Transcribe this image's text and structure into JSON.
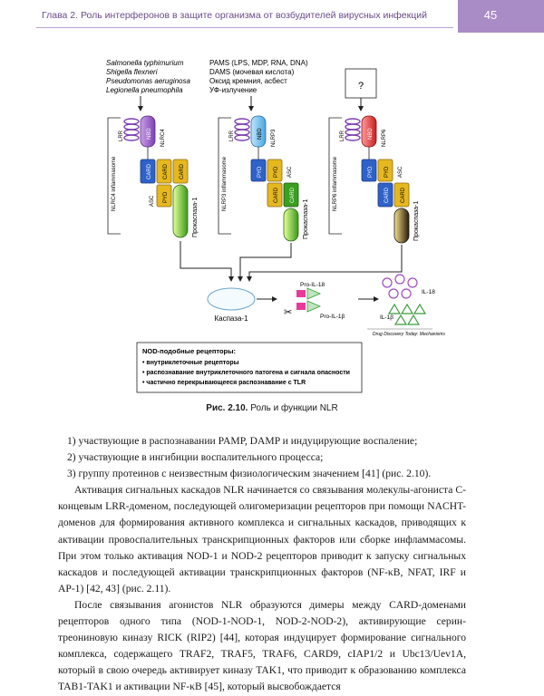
{
  "header": {
    "title": "Глава 2. Роль интерферонов в защите организма от возбудителей вирусных инфекций",
    "page_number": "45"
  },
  "figure": {
    "left_inputs": [
      "Salmonella typhimurium",
      "Shigella flexneri",
      "Pseudomonas aeruginosa",
      "Legionella pneumophila"
    ],
    "middle_inputs": [
      "PAMS (LPS, MDP, RNA, DNA)",
      "DAMS (мочевая кислота)",
      "Оксид кремния, асбест",
      "УФ-излучение"
    ],
    "unknown_input": "?",
    "inflammasomes": [
      {
        "side_label": "NLRC4 inflammasome",
        "receptor": "NLRC4",
        "lrr": "LRR",
        "nbd": "NBD",
        "domains": [
          "CARD",
          "CARD",
          "CARD"
        ],
        "asc": "ASC",
        "pyd": "PYD",
        "procaspase": "Прокаспаза-1"
      },
      {
        "side_label": "NLRP3 inflammasome",
        "receptor": "NLRP3",
        "lrr": "LRR",
        "nbd": "NBD",
        "domains": [
          "PYD",
          "PYD",
          "ASC"
        ],
        "card1": "CARD",
        "card2": "CARD",
        "procaspase": "Прокаспаза-1"
      },
      {
        "side_label": "NLRP6 inflammasome",
        "receptor": "NLRP6",
        "lrr": "LRR",
        "nbd": "NBD",
        "domains": [
          "PYD",
          "PYD",
          "ASC"
        ],
        "card1": "CARD",
        "card2": "CARD",
        "procaspase": "Прокаспаза-1"
      }
    ],
    "caspase": "Каспаза-1",
    "pro_il18": "Pro-IL-18",
    "pro_il1b": "Pro-IL-1β",
    "il18": "IL-18",
    "il1b": "IL-1β",
    "source": "Drug Discovery Today: Mechanisms",
    "box_title": "NOD-подобные рецепторы:",
    "box_items": [
      "• внутриклеточные рецепторы",
      "• распознавание внутриклеточного патогена и сигнала опасности",
      "• частично перекрывающееся распознавание с TLR"
    ],
    "caption_bold": "Рис. 2.10.",
    "caption_text": "Роль и функции NLR"
  },
  "body": {
    "list": [
      "1)  участвующие в распознавании PAMP, DAMP и индуцирующие воспаление;",
      "2)  участвующие в ингибиции воспалительного процесса;",
      "3)  группу протеинов с неизвестным физиологическим значением [41] (рис. 2.10)."
    ],
    "paragraphs": [
      "Активация сигнальных каскадов NLR начинается со связывания молекулы-агониста С-концевым LRR-доменом, последующей олигомеризации рецепторов при помощи NACHT-доменов для формирования активного комплекса и сигнальных каскадов, приводящих к активации провоспалительных транскрипционных факторов или сборке инфламмасомы. При этом только активация NOD-1 и NOD-2 рецепторов приводит к запуску сигнальных каскадов и последующей активации транскрипционных факторов (NF-κB, NFAT, IRF и AP-1) [42, 43] (рис. 2.11).",
      "После связывания агонистов NLR образуются димеры между CARD-доменами рецепторов одного типа (NOD-1-NOD-1, NOD-2-NOD-2), активирующие серин-треониновую киназу RICK (RIP2) [44], которая индуцирует формирование сигнального комплекса, содержащего TRAF2, TRAF5, TRAF6, CARD9, cIAP1/2 и Ubc13/Uev1A, который в свою очередь активирует киназу TAK1, что приводит к образованию комплекса TAB1-TAK1 и активации NF-κB [45], который высвобождается"
    ]
  }
}
